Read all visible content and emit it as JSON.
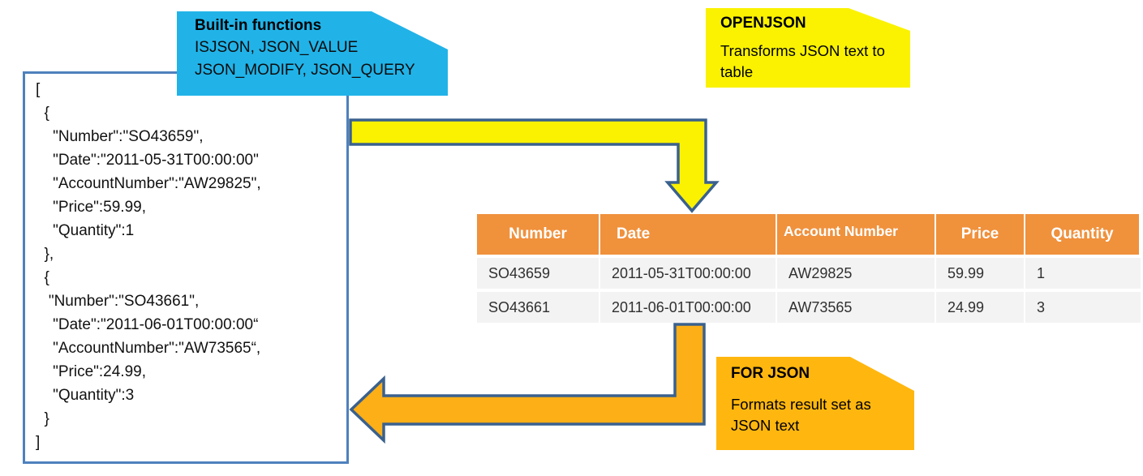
{
  "colors": {
    "cyan": "#21B3E8",
    "yellow": "#FAF200",
    "amber": "#FFB70F",
    "arrow_amber": "#FCAF17",
    "table_header_orange": "#F0913C",
    "row_gray": "#F3F3F3",
    "panel_border_blue": "#4F81BD",
    "arrow_outline_blue": "#3A618E"
  },
  "callouts": {
    "builtin": {
      "title": "Built-in functions",
      "line1": "ISJSON, JSON_VALUE",
      "line2": "JSON_MODIFY, JSON_QUERY"
    },
    "openjson": {
      "title": "OPENJSON",
      "body": "Transforms JSON text to table"
    },
    "forjson": {
      "title": "FOR JSON",
      "body": "Formats result set as JSON text"
    }
  },
  "icons": {
    "openjson_arrow": "elbow-arrow-right-then-down",
    "forjson_arrow": "elbow-arrow-down-then-left"
  },
  "json_block": {
    "lines": [
      "[",
      "  {",
      "    \"Number\":\"SO43659\",",
      "    \"Date\":\"2011-05-31T00:00:00\"",
      "    \"AccountNumber\":\"AW29825\",",
      "    \"Price\":59.99,",
      "    \"Quantity\":1",
      "  },",
      "  {",
      "   \"Number\":\"SO43661\",",
      "    \"Date\":\"2011-06-01T00:00:00“",
      "    \"AccountNumber\":\"AW73565“,",
      "    \"Price\":24.99,",
      "    \"Quantity\":3",
      "  }",
      "]"
    ]
  },
  "table": {
    "headers": [
      "Number",
      "Date",
      "Account Number",
      "Price",
      "Quantity"
    ],
    "rows": [
      [
        "SO43659",
        "2011-05-31T00:00:00",
        "AW29825",
        "59.99",
        "1"
      ],
      [
        "SO43661",
        "2011-06-01T00:00:00",
        "AW73565",
        "24.99",
        "3"
      ]
    ]
  }
}
